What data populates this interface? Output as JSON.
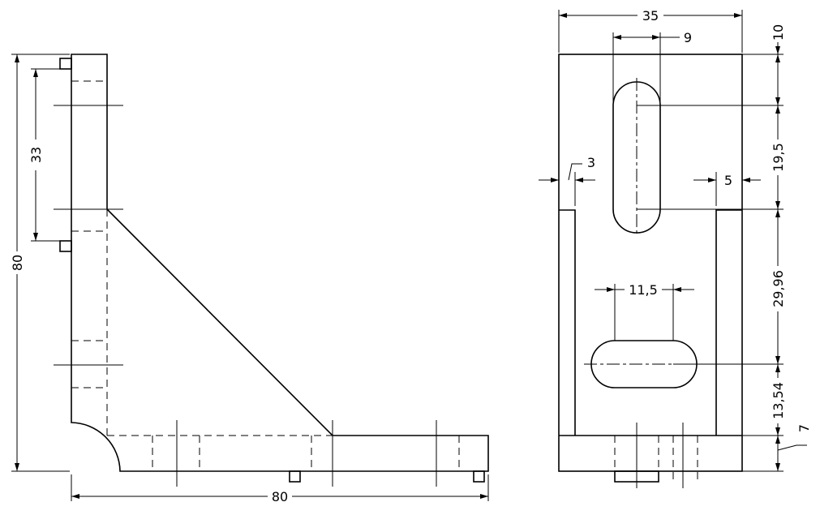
{
  "side_view": {
    "dims": {
      "overall_height": "80",
      "slot_offset": "33",
      "overall_length": "80"
    }
  },
  "front_view": {
    "dims": {
      "width": "35",
      "slot_width": "9",
      "top_offset": "10",
      "slot_length": "19,5",
      "wall_left": "3",
      "wall_right": "5",
      "horizontal_slot_width": "11,5",
      "middle_offset": "29,96",
      "lower_offset": "13,54",
      "base_thickness": "7"
    }
  }
}
